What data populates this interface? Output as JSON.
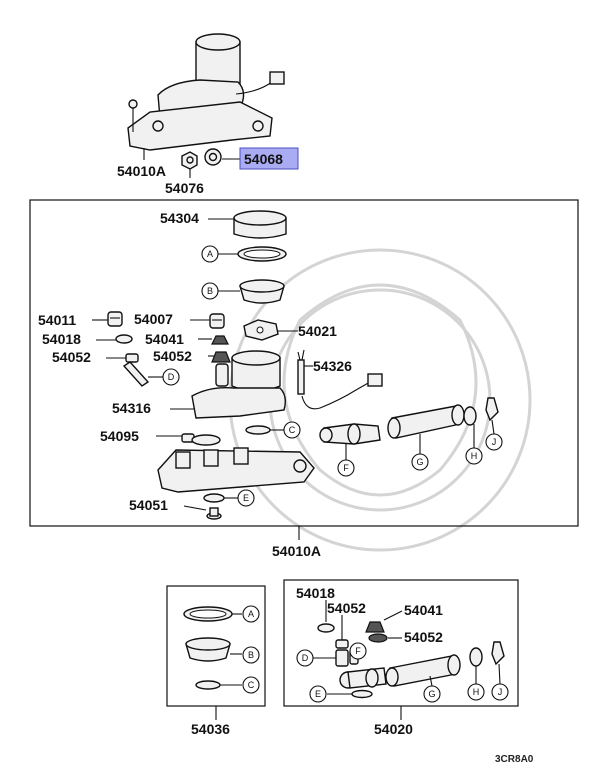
{
  "highlight_color": "#a9acf2",
  "assembly": {
    "labels": {
      "master_cylinder": "54010A",
      "nut": "54076",
      "selected": "54068"
    }
  },
  "main_kit": {
    "labels": {
      "cap": "54304",
      "p54011": "54011",
      "p54018": "54018",
      "p54052_left": "54052",
      "p54007": "54007",
      "p54041": "54041",
      "p54052_mid": "54052",
      "p54021": "54021",
      "p54326": "54326",
      "reservoir": "54316",
      "p54095": "54095",
      "p54051": "54051",
      "box_label": "54010A"
    }
  },
  "kit_54036": {
    "label": "54036"
  },
  "kit_54020": {
    "labels": {
      "p54018": "54018",
      "p54052a": "54052",
      "p54041": "54041",
      "p54052b": "54052",
      "box_label": "54020"
    }
  },
  "callouts": {
    "A": "A",
    "B": "B",
    "C": "C",
    "D": "D",
    "E": "E",
    "F": "F",
    "G": "G",
    "H": "H",
    "J": "J"
  },
  "diagram_code": "3CR8A0"
}
